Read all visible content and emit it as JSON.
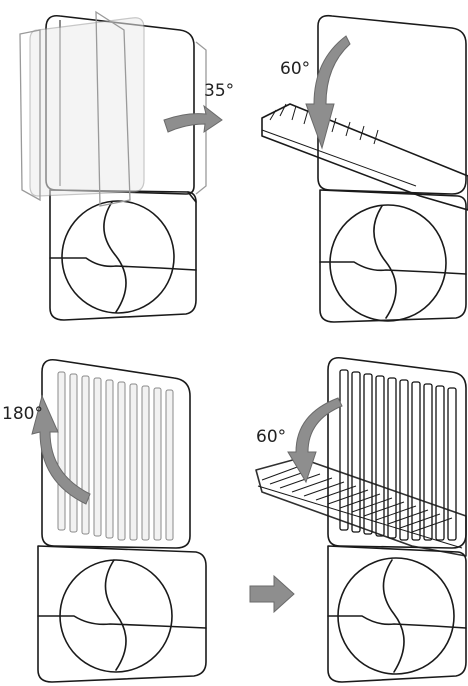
{
  "steps": [
    {
      "angle_label": "35°"
    },
    {
      "angle_label": "60°"
    },
    {
      "angle_label": "180°"
    },
    {
      "angle_label": "60°"
    }
  ],
  "icons": {
    "rotation_arrow": "curved-rotation-arrow-icon",
    "next_step_arrow": "right-arrow-icon"
  },
  "colors": {
    "outline": "#1a1a1a",
    "ghost_outline": "#9a9a9a",
    "arrow_fill": "#8e8e8e",
    "background": "#ffffff"
  }
}
